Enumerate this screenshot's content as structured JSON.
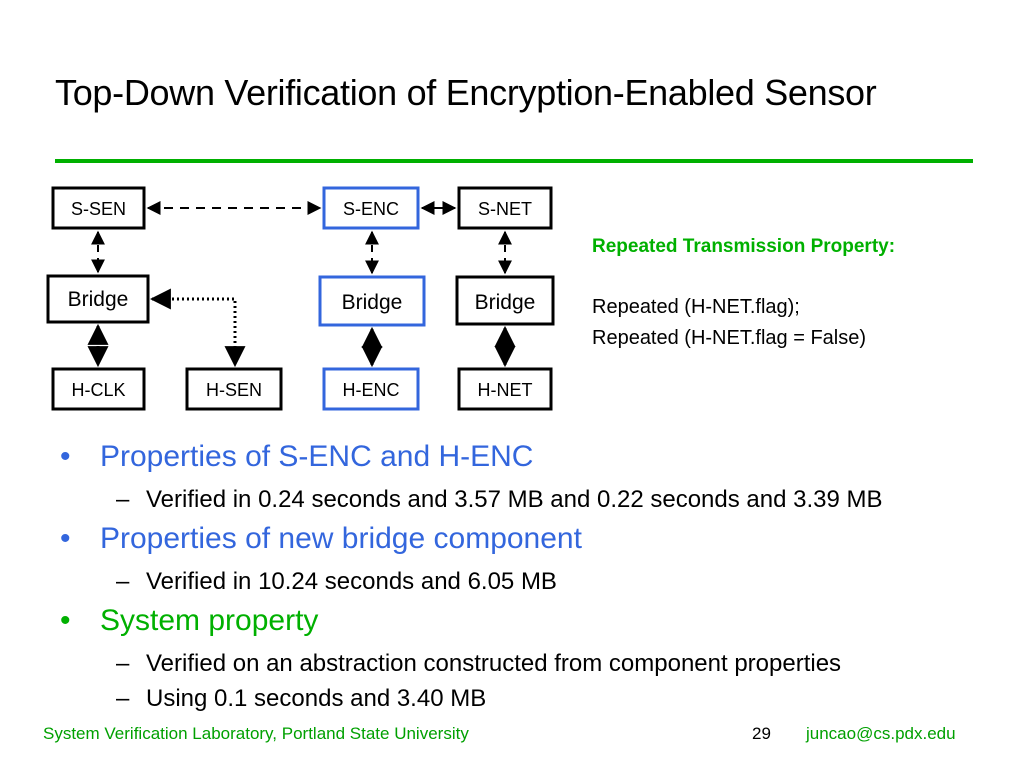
{
  "slide": {
    "title": "Top-Down Verification of Encryption-Enabled Sensor"
  },
  "diagram": {
    "boxes": {
      "s_sen": "S-SEN",
      "s_enc": "S-ENC",
      "s_net": "S-NET",
      "bridge_sen": "Bridge",
      "bridge_enc": "Bridge",
      "bridge_net": "Bridge",
      "h_clk": "H-CLK",
      "h_sen": "H-SEN",
      "h_enc": "H-ENC",
      "h_net": "H-NET"
    },
    "colors": {
      "box_border": "#000000",
      "highlight_border": "#3366dd"
    }
  },
  "property": {
    "title": "Repeated Transmission Property:",
    "lines": [
      "Repeated (H-NET.flag);",
      "Repeated (H-NET.flag = False)"
    ]
  },
  "bullets": [
    {
      "text": "Properties of S-ENC and H-ENC",
      "color": "#3366dd",
      "sub": [
        "Verified in 0.24 seconds and 3.57 MB and 0.22 seconds and 3.39 MB"
      ]
    },
    {
      "text": "Properties of new bridge component",
      "color": "#3366dd",
      "sub": [
        "Verified in 10.24 seconds and 6.05 MB"
      ]
    },
    {
      "text": "System property",
      "color": "#00b000",
      "sub": [
        "Verified on an abstraction constructed from component properties",
        "Using 0.1 seconds and 3.40 MB"
      ]
    }
  ],
  "footer": {
    "left": "System Verification Laboratory, Portland State University",
    "page": "29",
    "email": "juncao@cs.pdx.edu"
  },
  "theme": {
    "accent_green": "#00b000",
    "accent_blue": "#3366dd"
  }
}
